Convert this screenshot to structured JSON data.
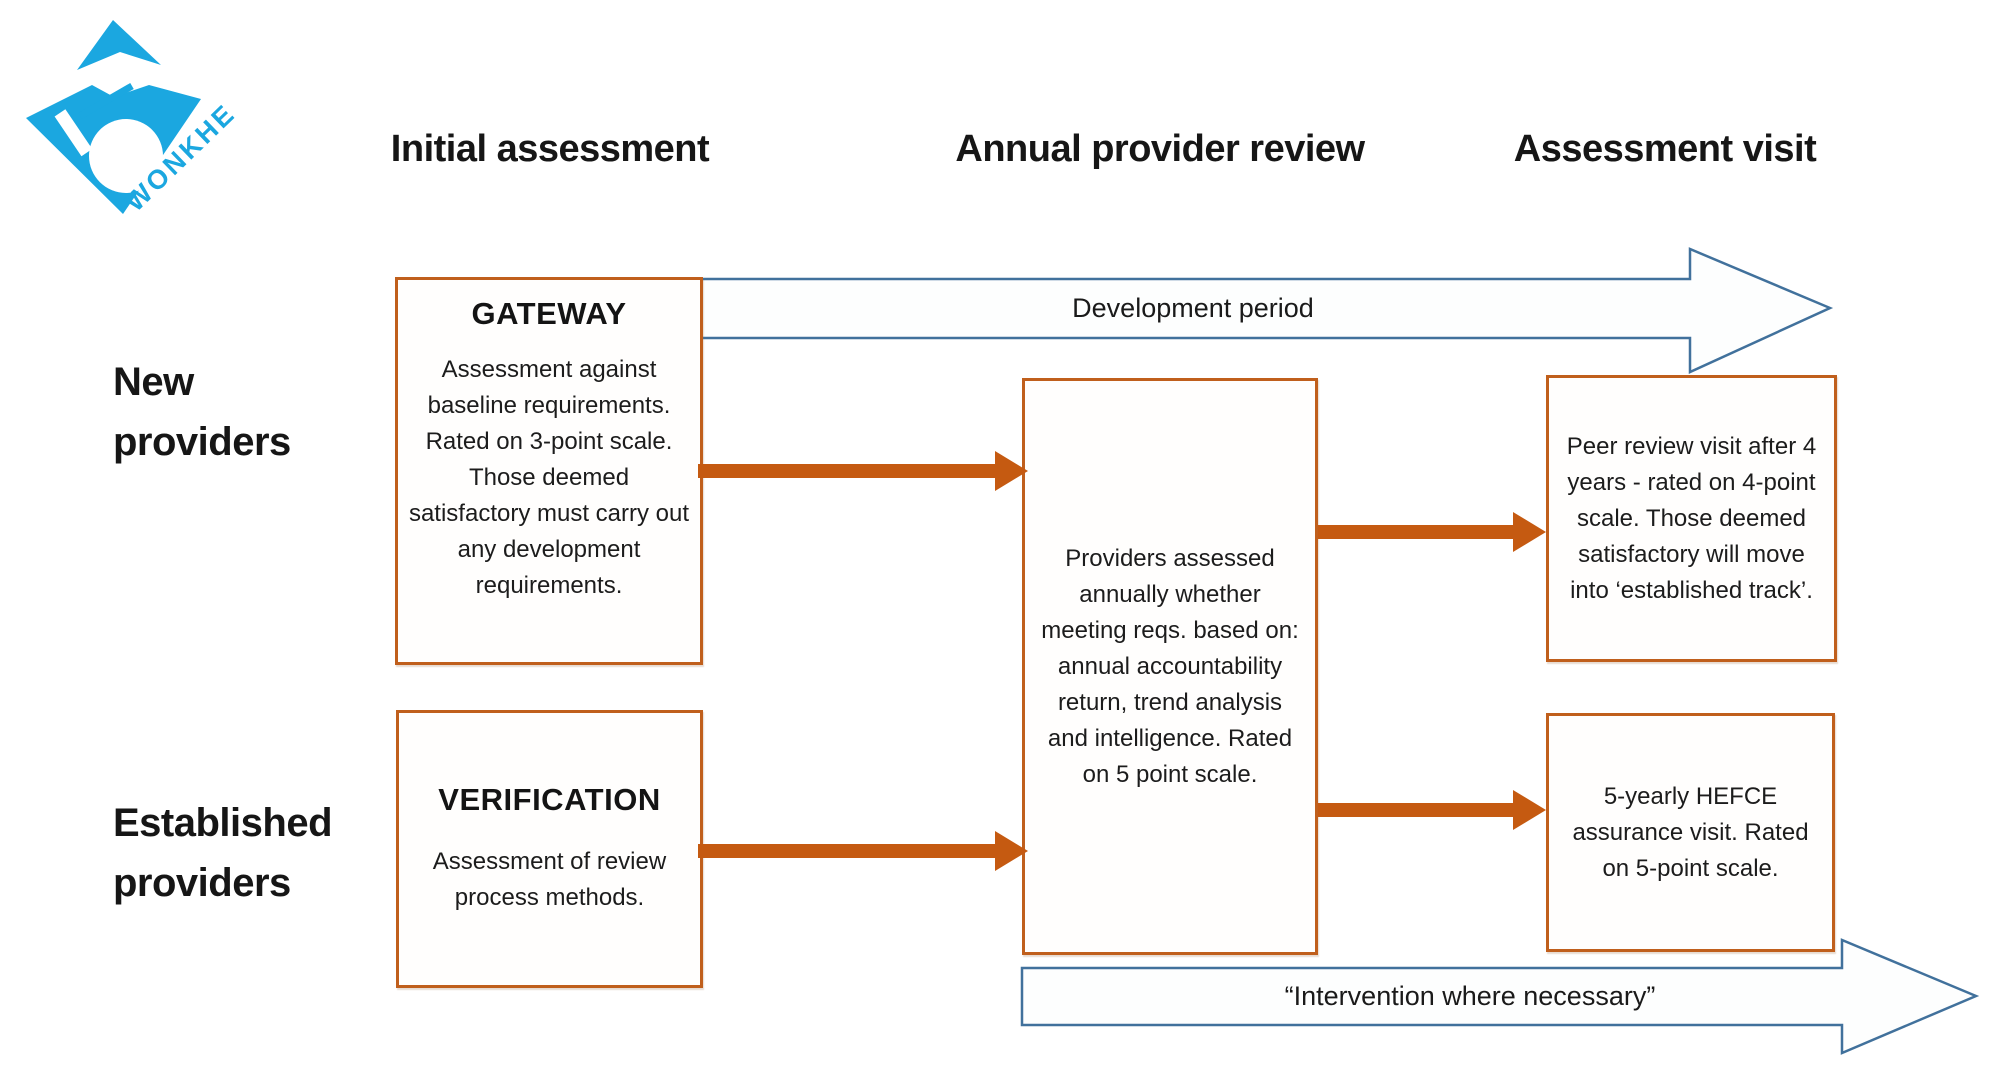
{
  "logo": {
    "brand": "WONKHE",
    "color": "#1ba7e0"
  },
  "columns": [
    {
      "id": "initial",
      "label": "Initial assessment"
    },
    {
      "id": "annual",
      "label": "Annual provider review"
    },
    {
      "id": "visit",
      "label": "Assessment visit"
    }
  ],
  "rows": [
    {
      "id": "new",
      "label": "New providers"
    },
    {
      "id": "established",
      "label": "Established providers"
    }
  ],
  "boxes": {
    "gateway": {
      "title": "GATEWAY",
      "body": "Assessment against baseline requirements. Rated on 3-point scale. Those deemed satisfactory must carry out any development requirements."
    },
    "verification": {
      "title": "VERIFICATION",
      "body": "Assessment of review process methods."
    },
    "annual_review": {
      "body": "Providers assessed annually whether meeting reqs. based on: annual accountability return, trend analysis and intelligence. Rated on 5 point scale."
    },
    "peer_review": {
      "body": "Peer review visit after 4 years - rated on 4-point scale. Those deemed satisfactory will move into ‘established track’."
    },
    "hefce": {
      "body": "5-yearly HEFCE assurance visit. Rated on 5-point scale."
    }
  },
  "banners": {
    "development": "Development period",
    "intervention": "“Intervention where necessary”"
  },
  "colors": {
    "orange_arrow": "#c55a11",
    "box_border": "#c05f1c",
    "banner_outline": "#41719c",
    "text": "#1c1c1c",
    "logo_blue": "#1ba7e0"
  }
}
